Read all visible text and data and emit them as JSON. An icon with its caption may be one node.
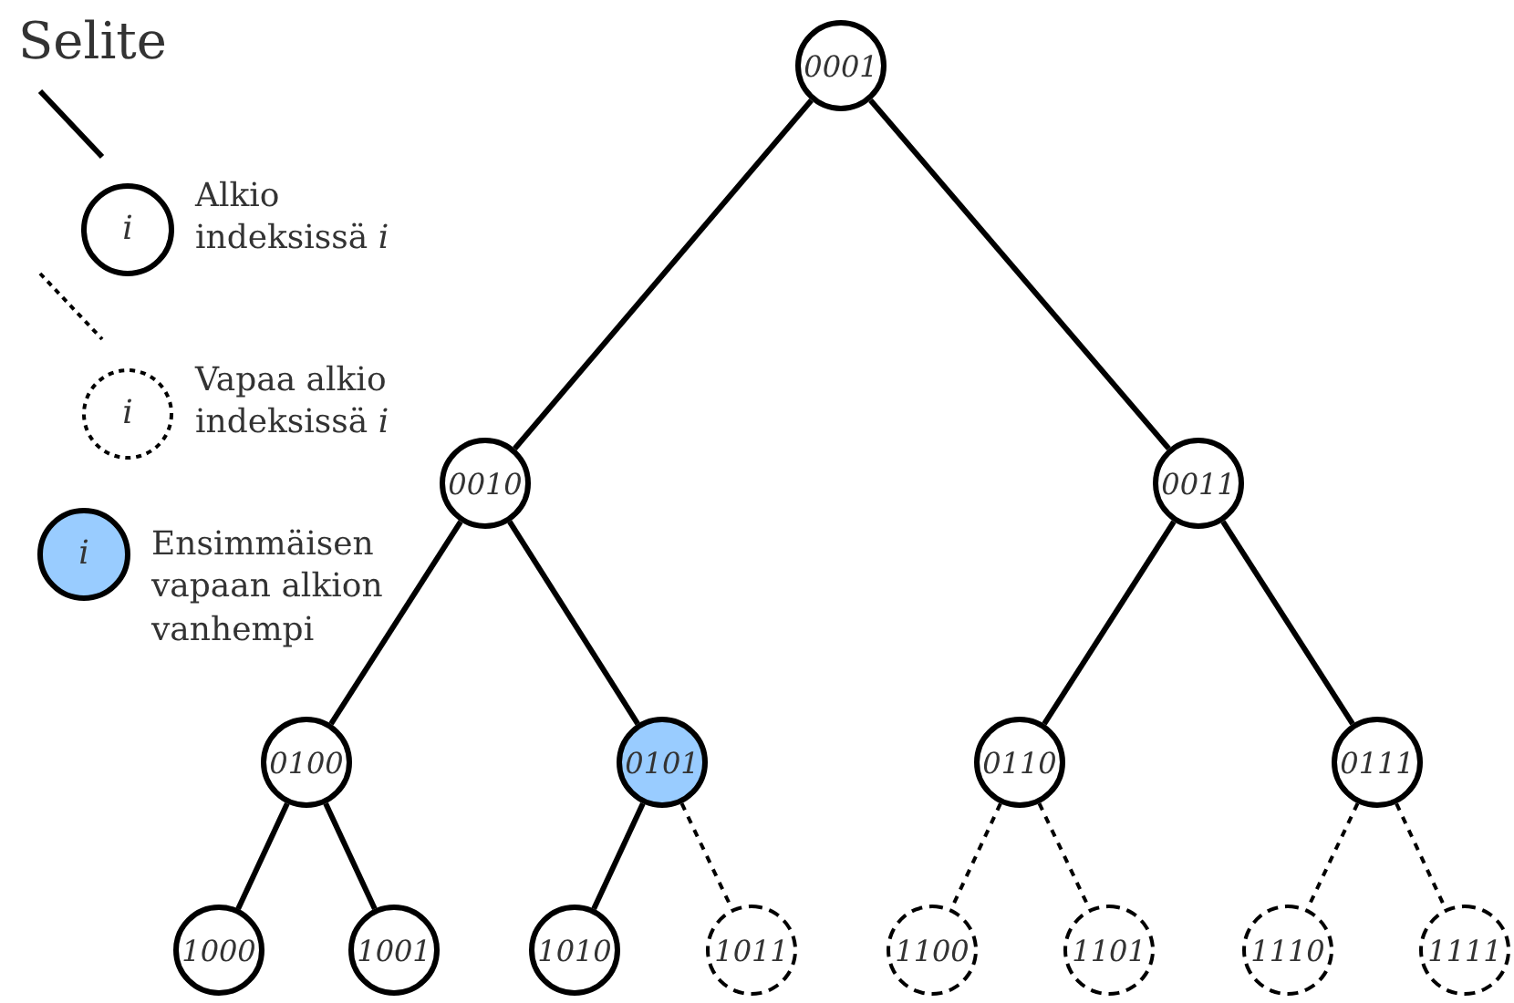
{
  "diagram": {
    "nodes": [
      {
        "text": [
          "0001"
        ]
      },
      {
        "text": [
          "0010"
        ]
      },
      {
        "text": [
          "0011"
        ]
      },
      {
        "text": [
          "0100"
        ]
      },
      {
        "text": [
          "0101"
        ]
      },
      {
        "text": [
          "0110"
        ]
      },
      {
        "text": [
          "0111"
        ]
      },
      {
        "text": [
          "1000"
        ]
      },
      {
        "text": [
          "1001"
        ]
      },
      {
        "text": [
          "1010"
        ]
      },
      {
        "text": [
          "1011"
        ]
      },
      {
        "text": [
          "1100"
        ]
      },
      {
        "text": [
          "1101"
        ]
      },
      {
        "text": [
          "1110"
        ]
      },
      {
        "text": [
          "1111"
        ]
      }
    ],
    "edges": [
      {
        "from": 0,
        "to": 1,
        "arrow": "none"
      },
      {
        "from": 0,
        "to": 2,
        "arrow": "none"
      },
      {
        "from": 1,
        "to": 3,
        "arrow": "none"
      },
      {
        "from": 1,
        "to": 4,
        "arrow": "none"
      },
      {
        "from": 2,
        "to": 5,
        "arrow": "none"
      },
      {
        "from": 2,
        "to": 6,
        "arrow": "none"
      },
      {
        "from": 3,
        "to": 7,
        "arrow": "none"
      },
      {
        "from": 3,
        "to": 8,
        "arrow": "none"
      },
      {
        "from": 4,
        "to": 9,
        "arrow": "none"
      },
      {
        "from": 4,
        "to": 10,
        "arrow": "none",
        "style": "dashed"
      },
      {
        "from": 5,
        "to": 11,
        "arrow": "none",
        "style": "dashed"
      },
      {
        "from": 5,
        "to": 12,
        "arrow": "none",
        "style": "dashed"
      },
      {
        "from": 6,
        "to": 13,
        "arrow": "none",
        "style": "dashed"
      },
      {
        "from": 6,
        "to": 14,
        "arrow": "none",
        "style": "dashed"
      }
    ],
    "labels": [
      "Selite",
      "i",
      "i",
      "i"
    ],
    "legend": [
      {
        "text": "Alkio indeksissä *i*"
      },
      {
        "text": "Vapaa alkio indeksissä *i*"
      },
      {
        "text": "Ensimmäisen vapaan alkion vanhempi",
        "color": "#99ccff"
      }
    ]
  }
}
